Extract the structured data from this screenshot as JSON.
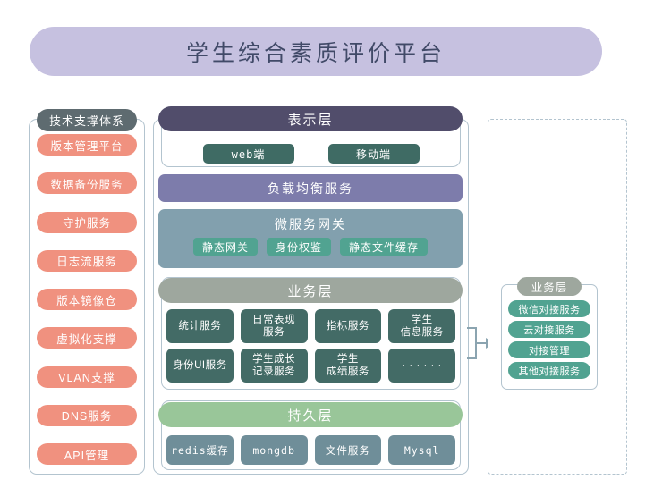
{
  "title": {
    "text": "学生综合素质评价平台"
  },
  "tech_support": {
    "header": "技术支撑体系",
    "items": [
      {
        "label": "版本管理平台"
      },
      {
        "label": "数据备份服务"
      },
      {
        "label": "守护服务"
      },
      {
        "label": "日志流服务"
      },
      {
        "label": "版本镜像仓"
      },
      {
        "label": "虚拟化支撑"
      },
      {
        "label": "VLAN支撑"
      },
      {
        "label": "DNS服务"
      },
      {
        "label": "API管理"
      }
    ]
  },
  "presentation_layer": {
    "header": "表示层",
    "items": [
      {
        "label": "web端"
      },
      {
        "label": "移动端"
      }
    ]
  },
  "load_balance": {
    "label": "负载均衡服务"
  },
  "gateway": {
    "header": "微服务网关",
    "items": [
      {
        "label": "静态网关"
      },
      {
        "label": "身份权鉴"
      },
      {
        "label": "静态文件缓存"
      }
    ]
  },
  "business_layer": {
    "header": "业务层",
    "services": [
      {
        "label": "统计服务"
      },
      {
        "label": "日常表现\n服务"
      },
      {
        "label": "指标服务"
      },
      {
        "label": "学生\n信息服务"
      },
      {
        "label": "身份UI服务"
      },
      {
        "label": "学生成长\n记录服务"
      },
      {
        "label": "学生\n成绩服务"
      },
      {
        "label": "· · · · · ·"
      }
    ]
  },
  "persistence_layer": {
    "header": "持久层",
    "stores": [
      {
        "label": "redis缓存"
      },
      {
        "label": "mongdb"
      },
      {
        "label": "文件服务"
      },
      {
        "label": "Mysql"
      }
    ]
  },
  "external_business": {
    "header": "业务层",
    "items": [
      {
        "label": "微信对接服务"
      },
      {
        "label": "云对接服务"
      },
      {
        "label": "对接管理"
      },
      {
        "label": "其他对接服务"
      }
    ]
  },
  "colors": {
    "title_banner": "#c6c1e0",
    "title_text": "#414a68",
    "tech_header": "#5e6b70",
    "tech_pill": "#f0917f",
    "presentation_header": "#514d6b",
    "client_pill": "#3f6b64",
    "load_balance": "#7d7cab",
    "gateway": "#82a0ae",
    "teal_pill": "#51a391",
    "business_header": "#9ea79e",
    "service_box": "#436b66",
    "persistence_header": "#99c699",
    "store_box": "#6f8e99",
    "border": "#b3c4cf"
  }
}
